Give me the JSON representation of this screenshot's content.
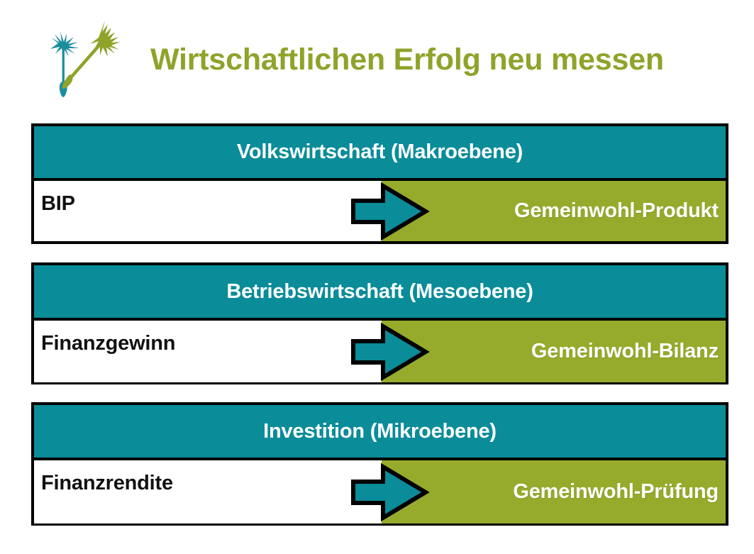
{
  "header": {
    "title": "Wirtschaftlichen Erfolg neu messen",
    "logo_name": "dandelion-seed-logo",
    "title_color": "#8FA32B"
  },
  "colors": {
    "teal": "#0A8C99",
    "olive": "#96AB2B",
    "outline": "#000000",
    "white": "#FFFFFF",
    "black_text": "#111111"
  },
  "blocks": [
    {
      "header": "Volkswirtschaft (Makroebene)",
      "left_label": "BIP",
      "right_label": "Gemeinwohl-Produkt",
      "arrow_name": "transformation-arrow"
    },
    {
      "header": "Betriebswirtschaft (Mesoebene)",
      "left_label": "Finanzgewinn",
      "right_label": "Gemeinwohl-Bilanz",
      "arrow_name": "transformation-arrow"
    },
    {
      "header": "Investition (Mikroebene)",
      "left_label": "Finanzrendite",
      "right_label": "Gemeinwohl-Prüfung",
      "arrow_name": "transformation-arrow"
    }
  ]
}
